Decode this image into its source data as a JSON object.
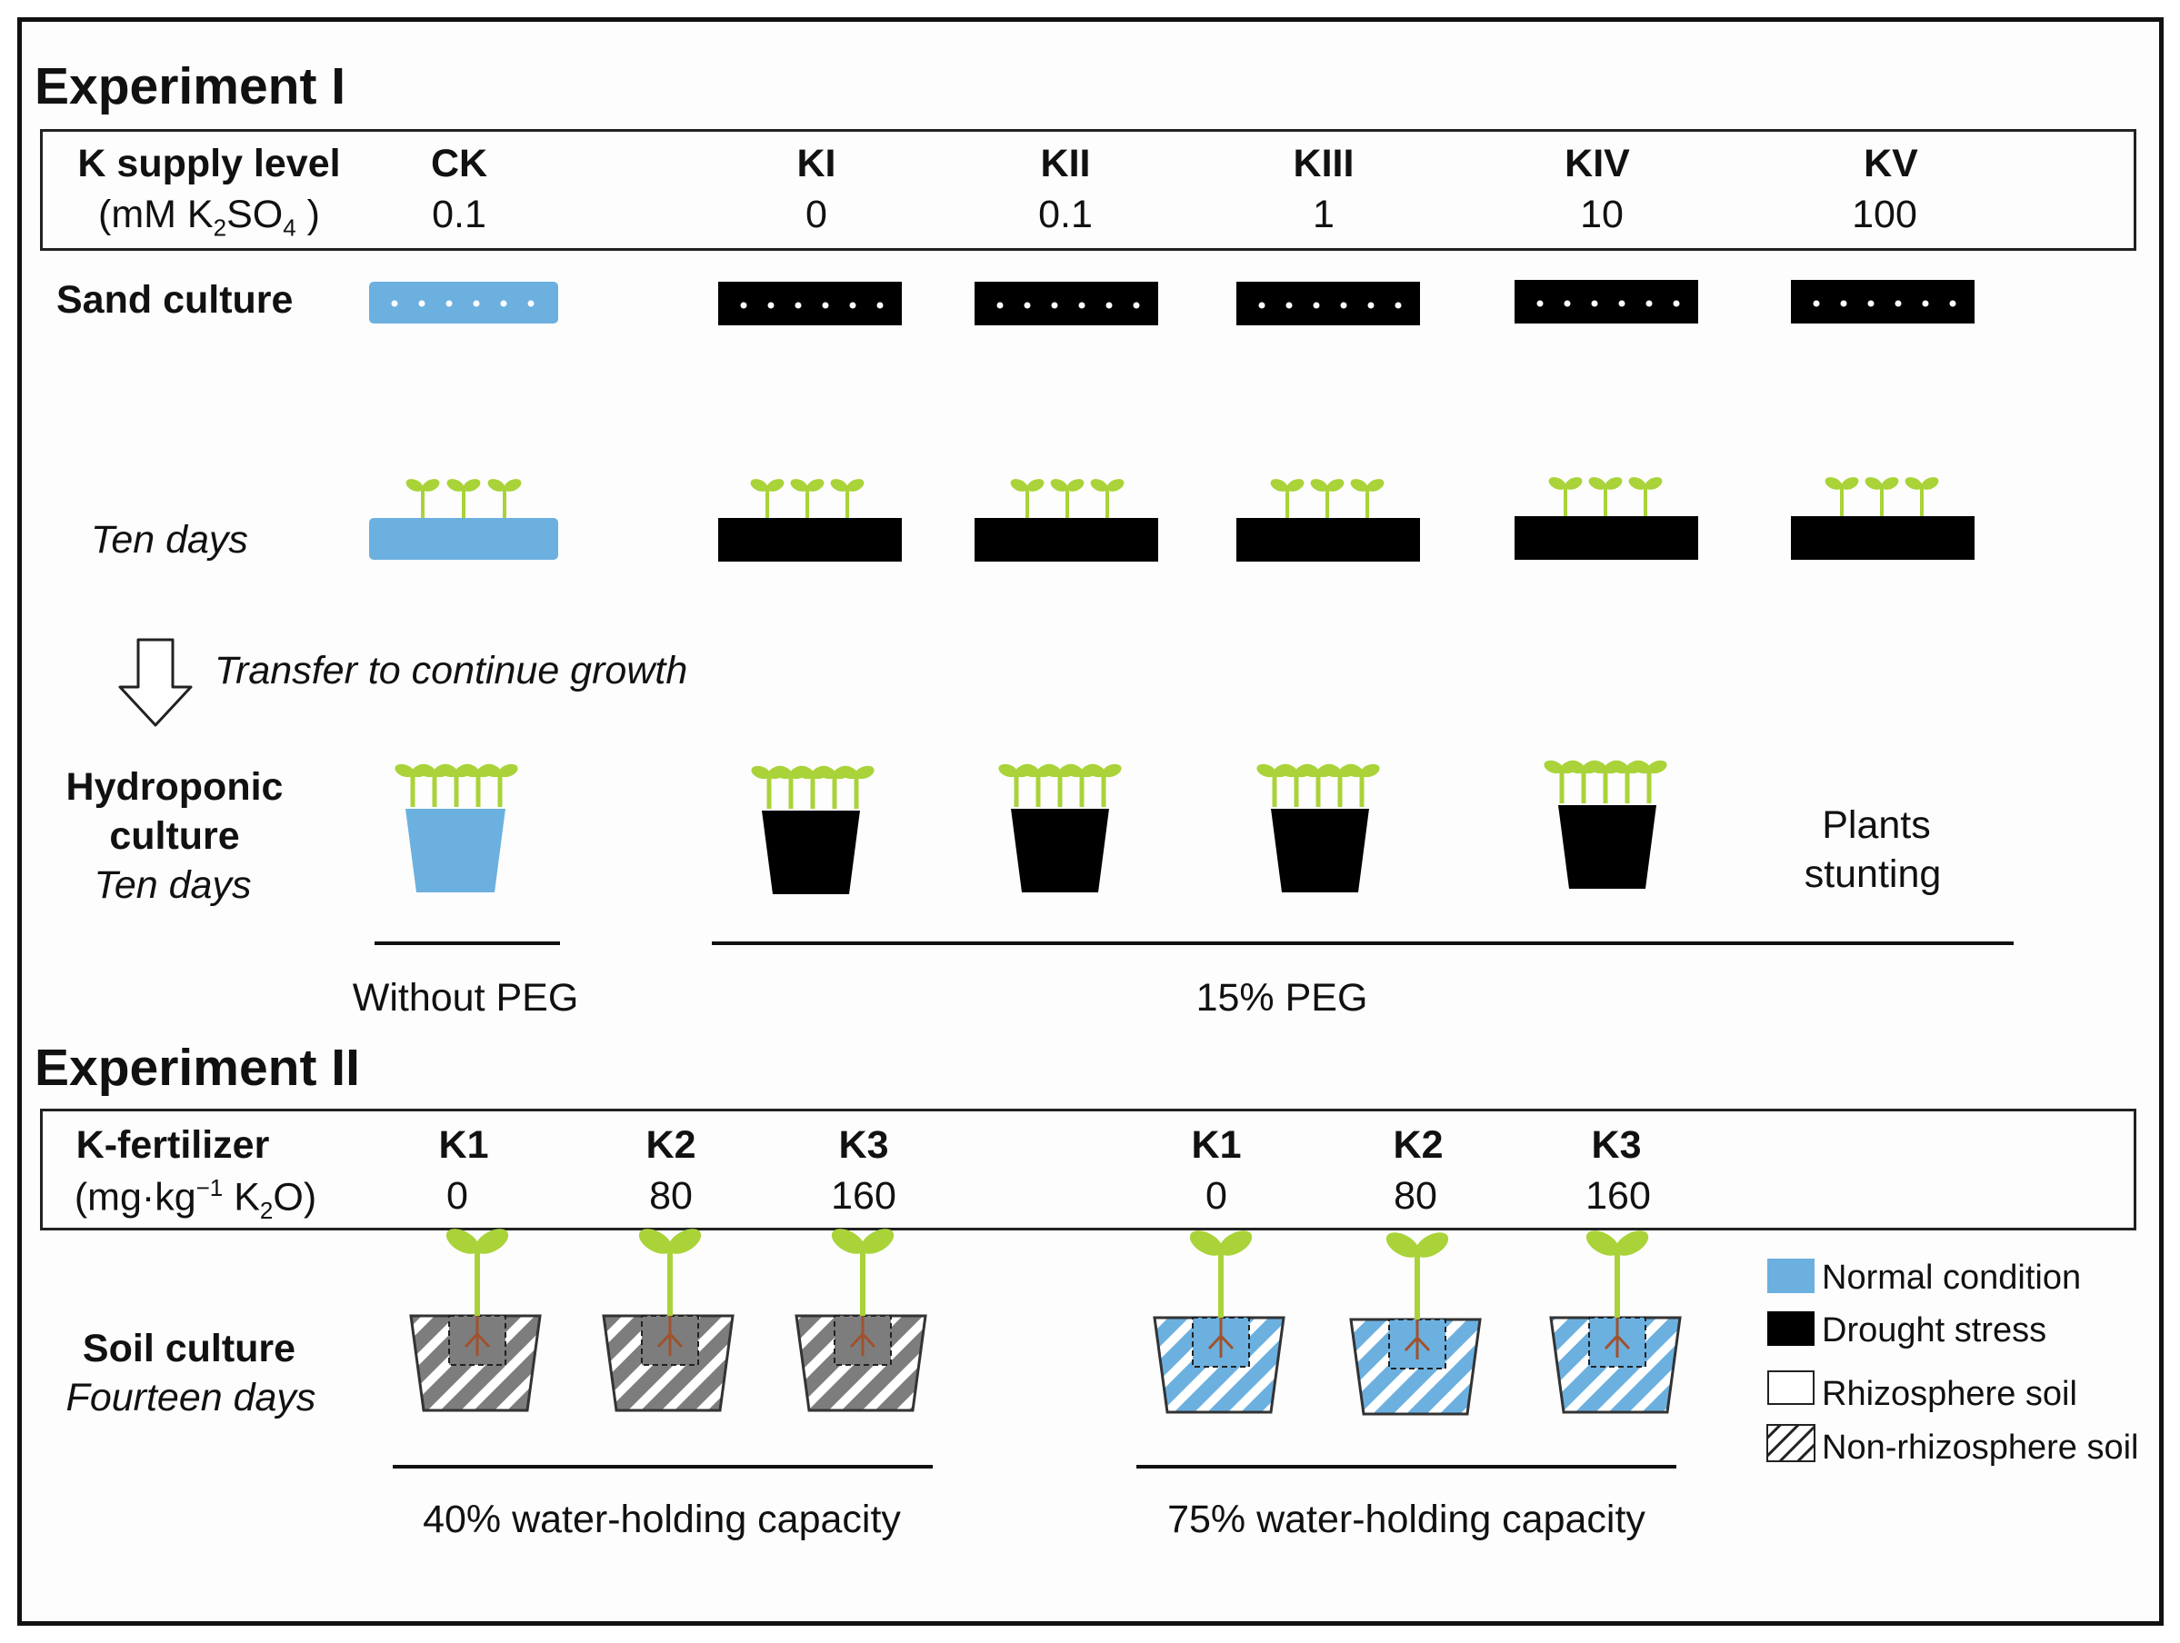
{
  "experiment1": {
    "title": "Experiment I",
    "header_label_1": "K supply level",
    "header_label_2_pre": "(mM K",
    "header_label_2_sub1": "2",
    "header_label_2_mid": "SO",
    "header_label_2_sub2": "4",
    "header_label_2_post": " )",
    "levels": [
      {
        "name": "CK",
        "value": "0.1"
      },
      {
        "name": "KI",
        "value": "0"
      },
      {
        "name": "KII",
        "value": "0.1"
      },
      {
        "name": "KIII",
        "value": "1"
      },
      {
        "name": "KIV",
        "value": "10"
      },
      {
        "name": "KV",
        "value": "100"
      }
    ],
    "sand_culture": "Sand culture",
    "ten_days": "Ten days",
    "transfer": "Transfer to continue growth",
    "hydro_1": "Hydroponic",
    "hydro_2": "culture",
    "hydro_3": "Ten days",
    "stunting_1": "Plants",
    "stunting_2": "stunting",
    "without_peg": "Without PEG",
    "peg": "15% PEG"
  },
  "experiment2": {
    "title": "Experiment II",
    "header_label_1": "K-fertilizer",
    "header_label_2_pre": "(mg·kg",
    "header_label_2_sup": "−1",
    "header_label_2_mid": " K",
    "header_label_2_sub": "2",
    "header_label_2_post": "O)",
    "levels": [
      {
        "name": "K1",
        "value": "0"
      },
      {
        "name": "K2",
        "value": "80"
      },
      {
        "name": "K3",
        "value": "160"
      },
      {
        "name": "K1",
        "value": "0"
      },
      {
        "name": "K2",
        "value": "80"
      },
      {
        "name": "K3",
        "value": "160"
      }
    ],
    "soil_1": "Soil culture",
    "soil_2": "Fourteen days",
    "whc40": "40% water-holding capacity",
    "whc75": "75% water-holding capacity"
  },
  "legend": {
    "normal": "Normal condition",
    "drought": "Drought stress",
    "rhizo": "Rhizosphere soil",
    "nonrhizo": "Non-rhizosphere soil"
  },
  "colors": {
    "normal": "#6cb0e0",
    "drought": "#000000",
    "plant": "#a9d339",
    "root": "#a0522d",
    "soil_drought": "#808080"
  }
}
